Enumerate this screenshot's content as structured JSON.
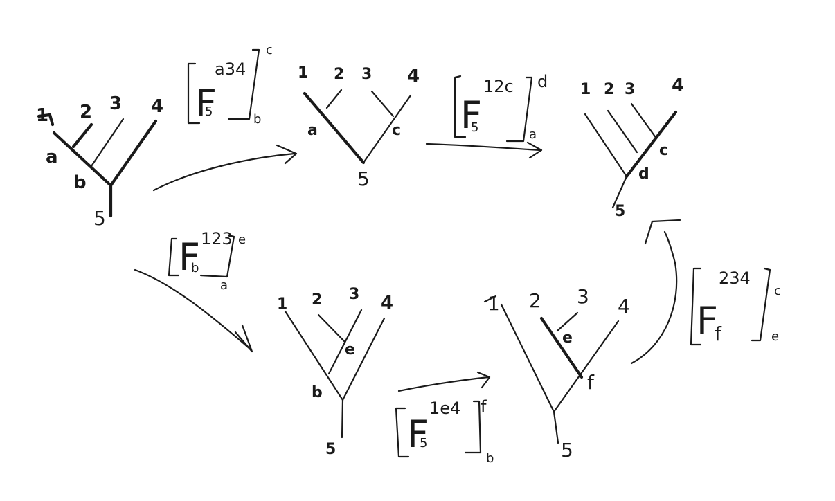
{
  "diagrams": {
    "tree1": {
      "leaves": [
        "1",
        "2",
        "3",
        "4"
      ],
      "internal": [
        "a",
        "b"
      ],
      "root": "5"
    },
    "tree2": {
      "leaves": [
        "1",
        "2",
        "3",
        "4"
      ],
      "internal": [
        "a",
        "c"
      ],
      "root": "5"
    },
    "tree3": {
      "leaves": [
        "1",
        "2",
        "3",
        "4"
      ],
      "internal": [
        "c",
        "d"
      ],
      "root": "5"
    },
    "tree4": {
      "leaves": [
        "1",
        "2",
        "3",
        "4"
      ],
      "internal": [
        "e",
        "b"
      ],
      "root": "5"
    },
    "tree5": {
      "leaves": [
        "1",
        "2",
        "3",
        "4"
      ],
      "internal": [
        "e",
        "f"
      ],
      "root": "5"
    }
  },
  "moves": {
    "m1": {
      "F": "F",
      "sup": "a34",
      "sub": "5",
      "right_sup": "c",
      "right_sub": "b"
    },
    "m2": {
      "F": "F",
      "sup": "12c",
      "sub": "5",
      "right_sup": "d",
      "right_sub": "a"
    },
    "m3": {
      "F": "F",
      "sup": "123",
      "sub": "b",
      "right_sup": "e",
      "right_sub": "a"
    },
    "m4": {
      "F": "F",
      "sup": "1e4",
      "sub": "5",
      "right_sup": "f",
      "right_sub": "b"
    },
    "m5": {
      "F": "F",
      "sup": "234",
      "sub": "f",
      "right_sup": "c",
      "right_sub": "e"
    }
  }
}
